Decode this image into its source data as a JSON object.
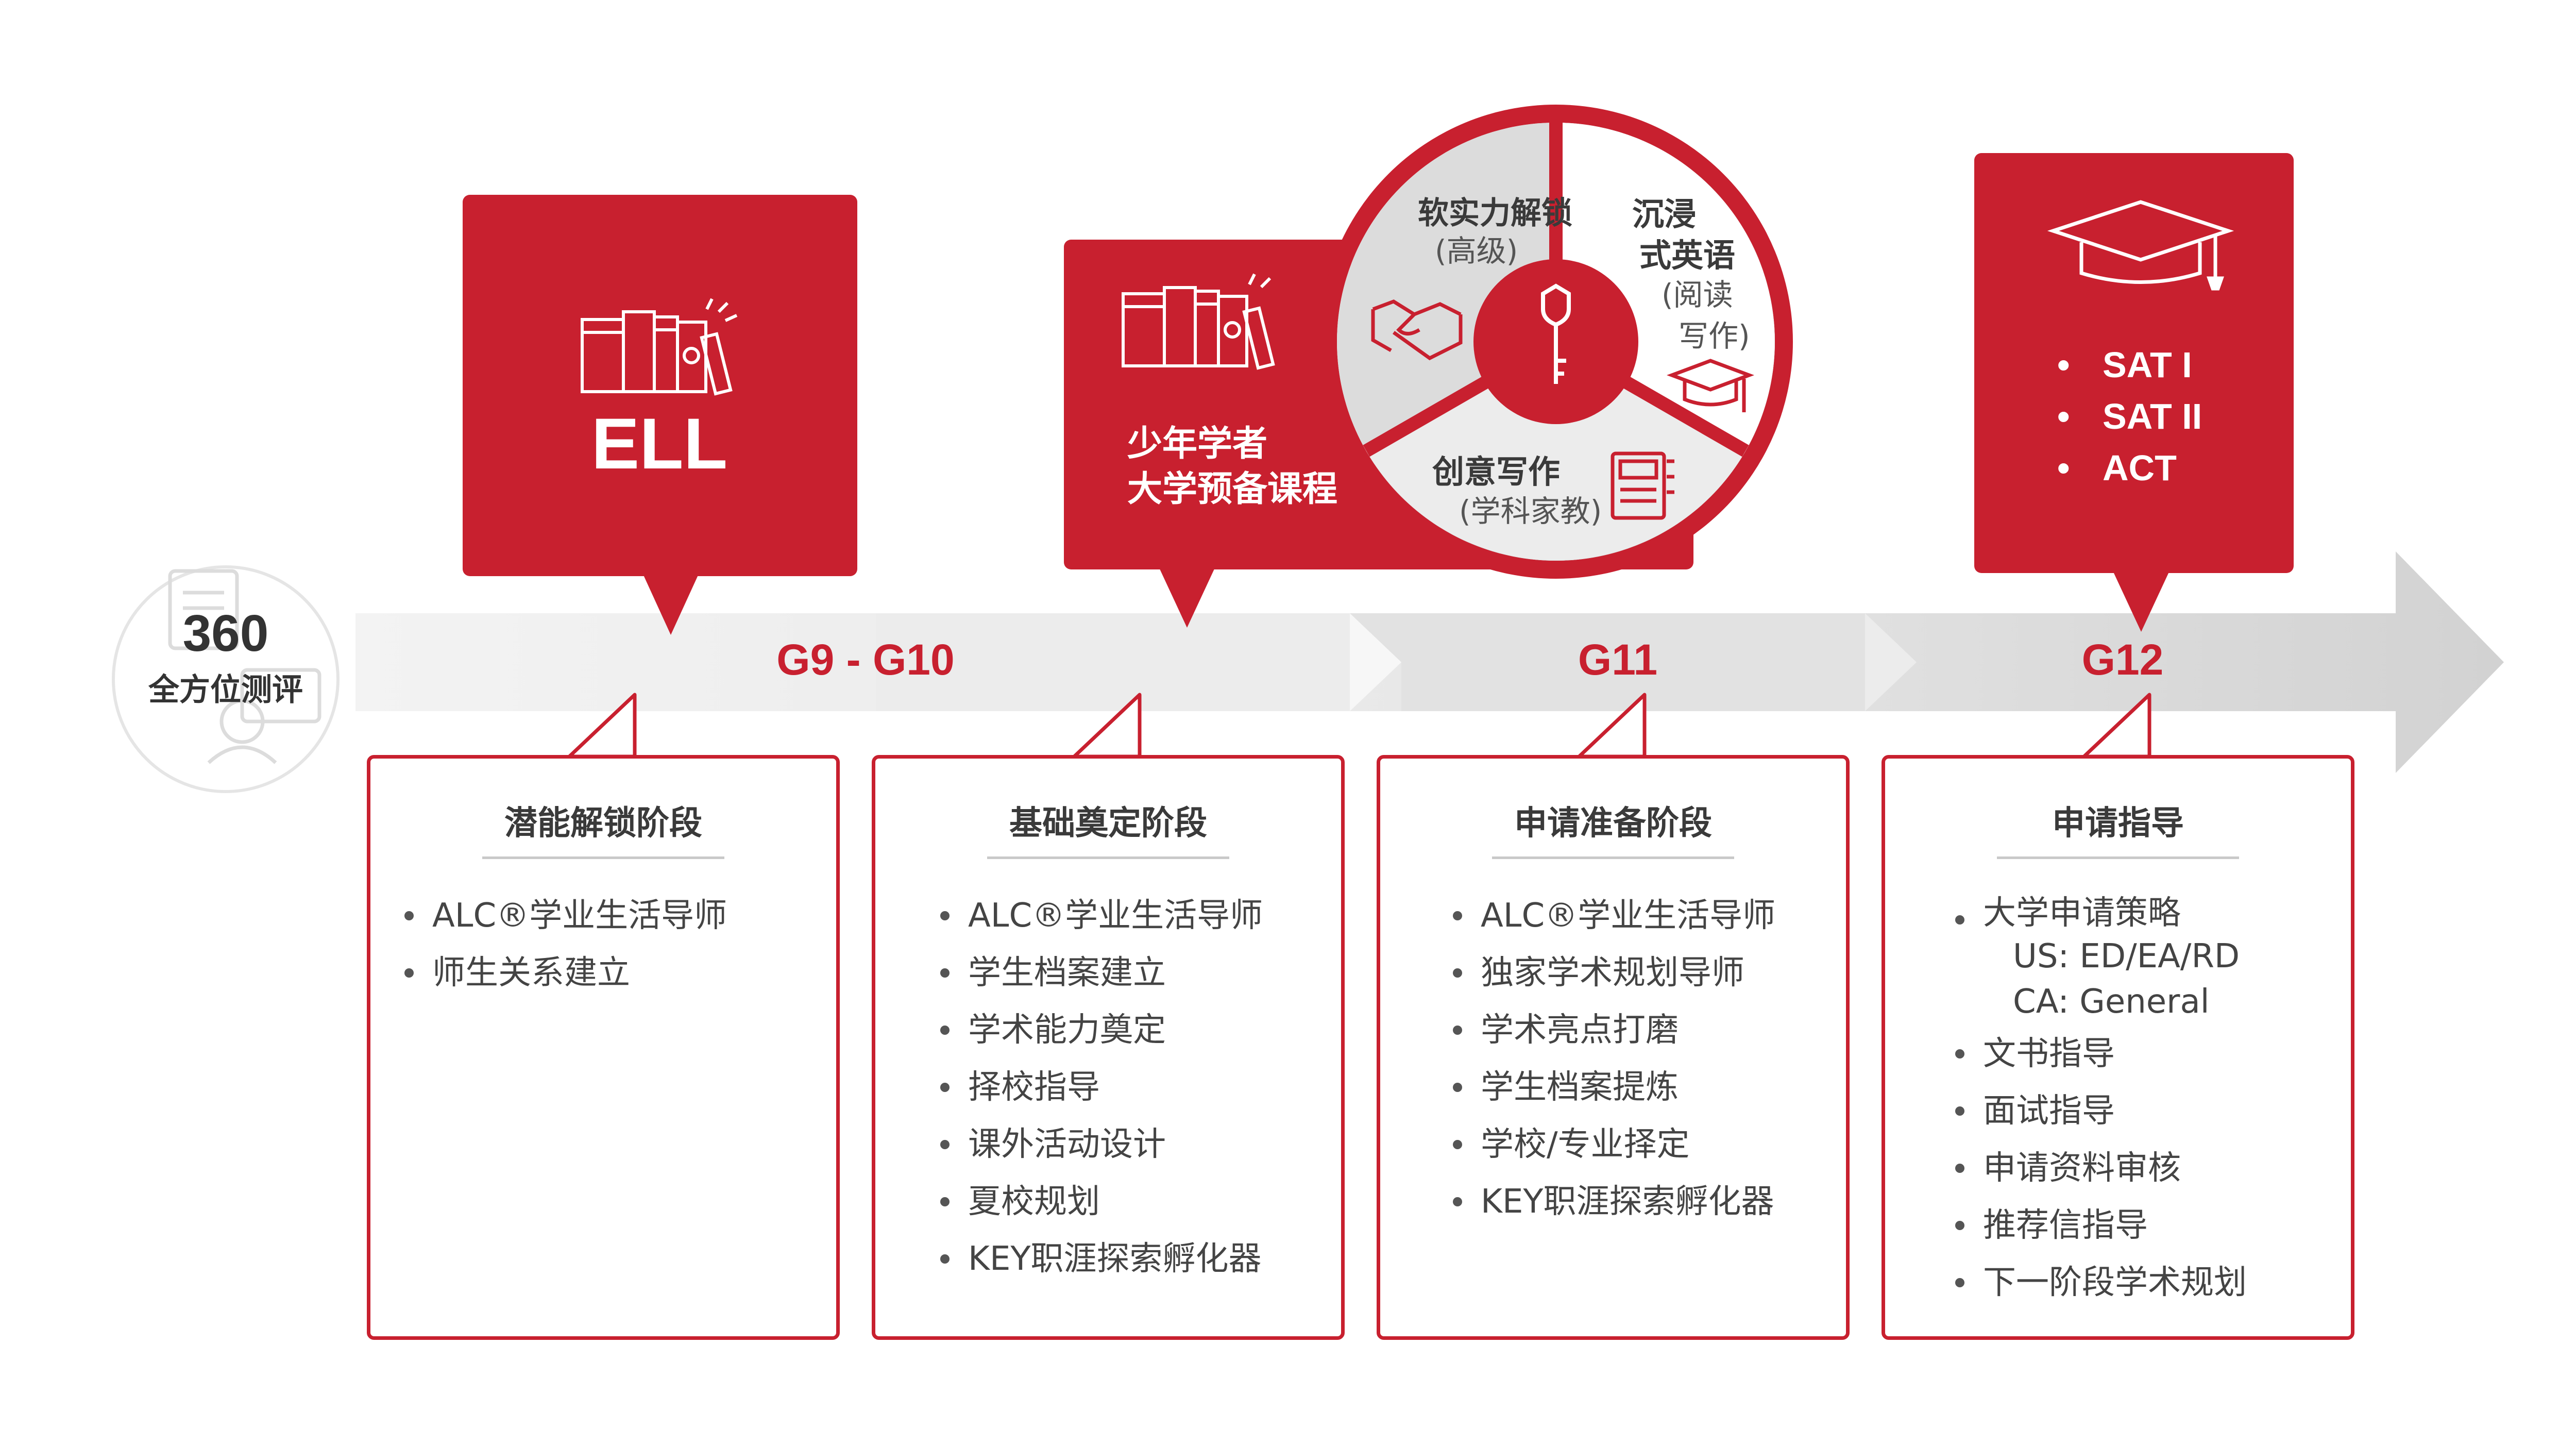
{
  "colors": {
    "brand_red": "#c8202f",
    "arrow_gray": "#e3e3e3",
    "text_dark": "#3a3a3a"
  },
  "assessment": {
    "number": "360",
    "label": "全方位测评",
    "icon": "report-person-icon"
  },
  "timeline": {
    "grades": [
      "G9 - G10",
      "G11",
      "G12"
    ]
  },
  "ell": {
    "label": "ELL",
    "icon": "books-icon"
  },
  "young_scholars": {
    "line1": "少年学者",
    "line2": "大学预备课程",
    "icon": "books-icon"
  },
  "wheel": {
    "segment_soft": {
      "title": "软实力解锁",
      "sub": "(高级)",
      "icon": "handshake-icon"
    },
    "segment_english": {
      "title_1": "沉浸",
      "title_2": "式英语",
      "sub_1": "(阅读",
      "sub_2": "写作)",
      "icon": "graduation-cap-icon"
    },
    "segment_writing": {
      "title": "创意写作",
      "sub": "(学科家教)",
      "icon": "a-z-book-icon"
    },
    "center_icon": "key-icon"
  },
  "tests": {
    "items": [
      "SAT I",
      "SAT II",
      "ACT"
    ],
    "icon": "graduation-cap-icon"
  },
  "stages": [
    {
      "title": "潜能解锁阶段",
      "items": [
        "ALC®学业生活导师",
        "师生关系建立"
      ]
    },
    {
      "title": "基础奠定阶段",
      "items": [
        "ALC®学业生活导师",
        "学生档案建立",
        "学术能力奠定",
        "择校指导",
        "课外活动设计",
        "夏校规划",
        "KEY职涯探索孵化器"
      ]
    },
    {
      "title": "申请准备阶段",
      "items": [
        "ALC®学业生活导师",
        "独家学术规划导师",
        "学术亮点打磨",
        "学生档案提炼",
        "学校/专业择定",
        "KEY职涯探索孵化器"
      ]
    },
    {
      "title": "申请指导",
      "items": [
        "大学申请策略",
        "US: ED/EA/RD",
        "CA: General",
        "文书指导",
        "面试指导",
        "申请资料审核",
        "推荐信指导",
        "下一阶段学术规划"
      ]
    }
  ]
}
